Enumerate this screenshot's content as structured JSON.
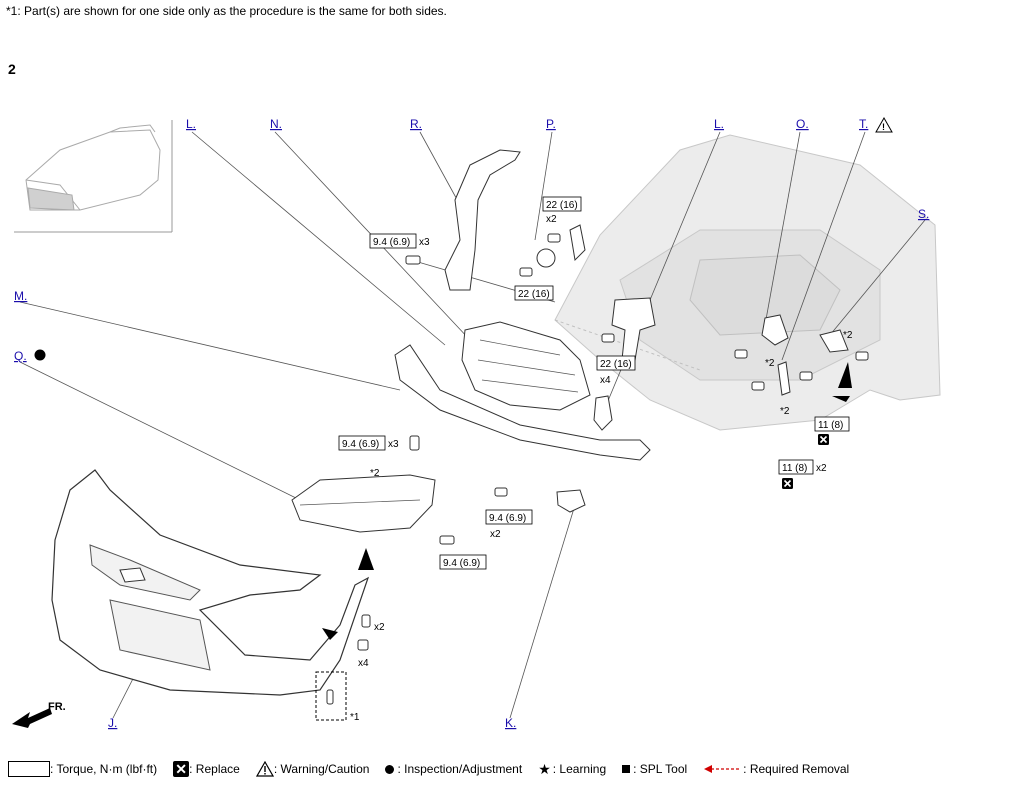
{
  "note": "*1: Part(s) are shown for one side only as the procedure is the same for both sides.",
  "step_number": "2",
  "callouts": {
    "L1": "L.",
    "N": "N.",
    "R": "R.",
    "P": "P.",
    "L2": "L.",
    "O": "O.",
    "T": "T.",
    "S": "S.",
    "M": "M.",
    "Q": "Q.",
    "J": "J.",
    "K": "K."
  },
  "torque": {
    "t1": "9.4 (6.9)",
    "t2": "22 (16)",
    "t3": "22 (16)",
    "t4": "22 (16)",
    "t5": "9.4 (6.9)",
    "t6": "9.4 (6.9)",
    "t7": "9.4 (6.9)",
    "t8": "11 (8)",
    "t9": "11 (8)"
  },
  "multipliers": {
    "m1": "x3",
    "m2": "x2",
    "m3": "x4",
    "m4": "x3",
    "m5": "x2",
    "m6": "x2",
    "m7": "x2",
    "m8": "x4"
  },
  "star_notes": {
    "s1": "*2",
    "s2": "*2",
    "s3": "*2",
    "s4": "*2",
    "s5": "*1"
  },
  "front_label": "FR.",
  "legend": {
    "torque": ": Torque, N·m (lbf·ft)",
    "replace": ": Replace",
    "warning": ": Warning/Caution",
    "inspection": ": Inspection/Adjustment",
    "learning": ": Learning",
    "spl": ": SPL Tool",
    "removal": ": Required Removal"
  },
  "colors": {
    "link": "#1a0dab",
    "removal_arrow": "#d00000"
  }
}
